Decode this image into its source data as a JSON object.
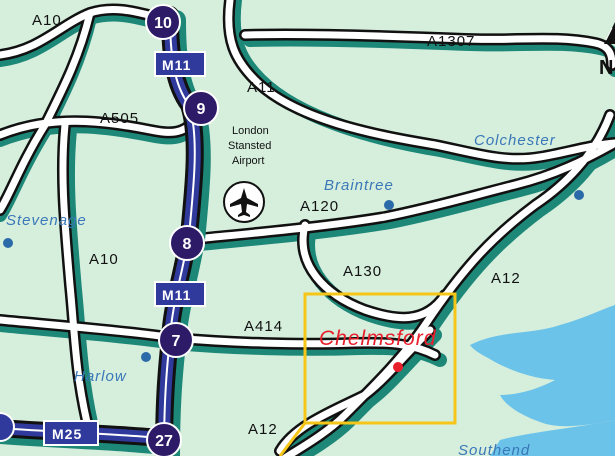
{
  "roads": {
    "a10_top": "A10",
    "a1307": "A1307",
    "a11": "A11",
    "a505": "A505",
    "a120": "A120",
    "a10": "A10",
    "a130": "A130",
    "a12_east": "A12",
    "a414": "A414",
    "a12_south": "A12"
  },
  "towns": {
    "colchester": "Colchester",
    "braintree": "Braintree",
    "stevenage": "Stevenage",
    "harlow": "Harlow",
    "southend": "Southend"
  },
  "airport": {
    "line1": "London",
    "line2": "Stansted",
    "line3": "Airport",
    "icon": "airplane-icon"
  },
  "motorways": {
    "m11_upper": "M11",
    "m11_lower": "M11",
    "m25": "M25"
  },
  "junctions": {
    "j10": "10",
    "j9": "9",
    "j8": "8",
    "j7": "7",
    "j27": "27"
  },
  "focus_city": {
    "name": "Chelmsford",
    "color": "#e8202c",
    "frame_color": "#f5c518"
  },
  "north_arrow": {
    "label": "N"
  },
  "colors": {
    "land": "#d6eedc",
    "sea": "#6cc3ea",
    "road_shadow": "#1d8778",
    "motorway": "#2f3a9c",
    "town_text": "#3a78b8"
  }
}
